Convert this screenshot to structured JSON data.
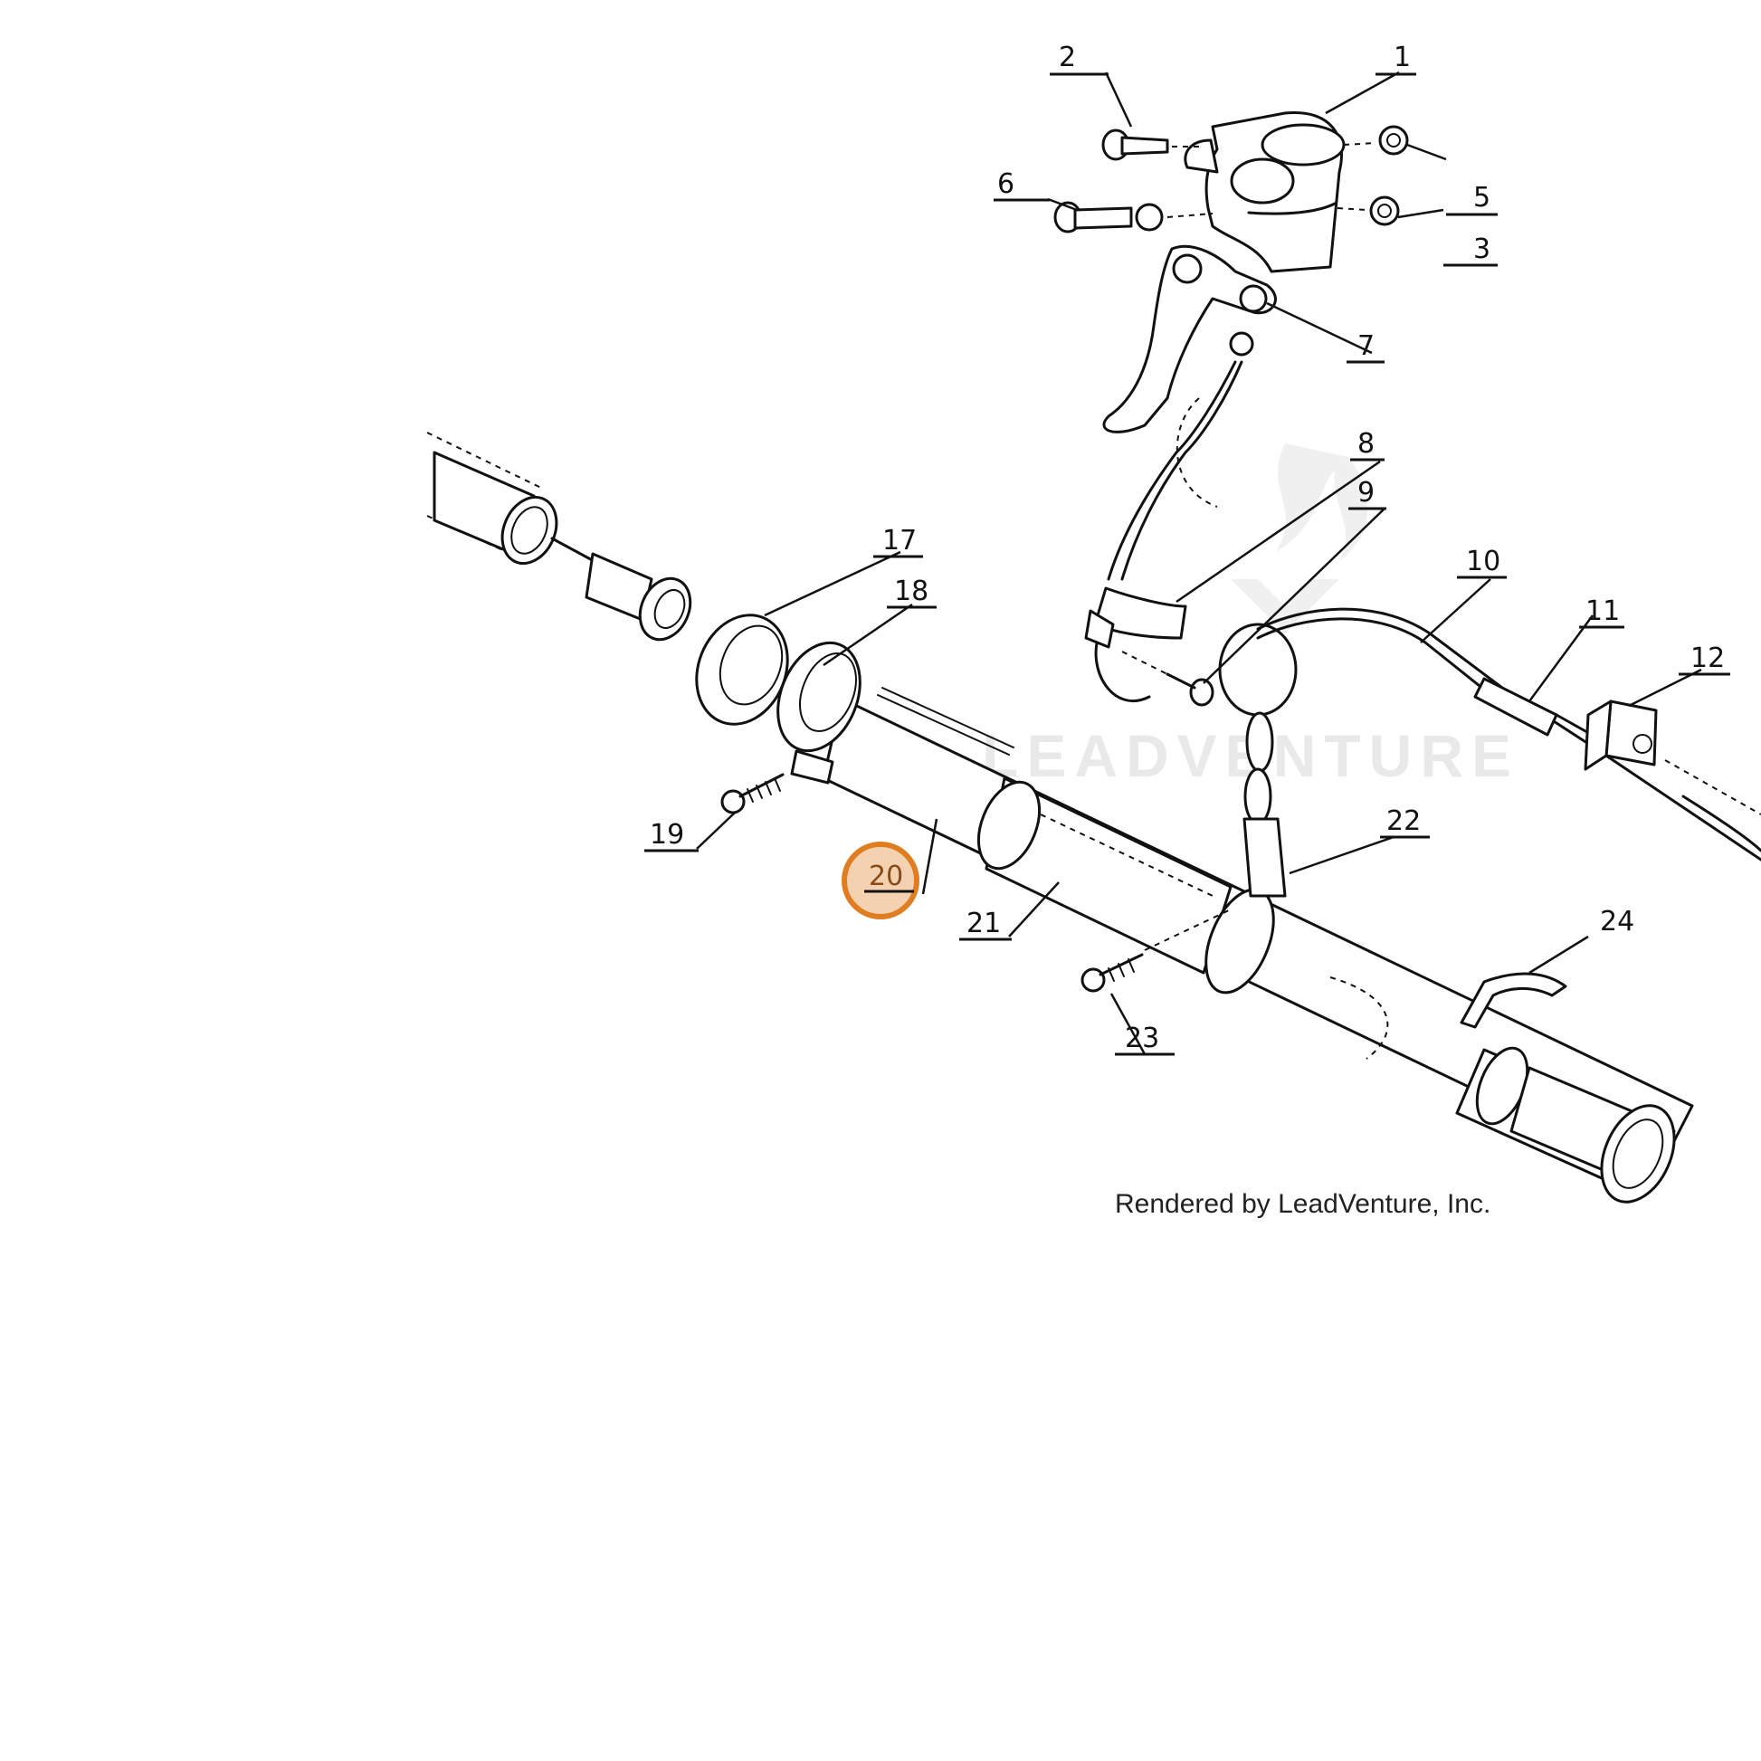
{
  "diagram": {
    "watermark_text": "LEADVENTURE",
    "credit": "Rendered by LeadVenture, Inc.",
    "highlight_color": "#e07d20",
    "highlighted_callout": "20",
    "callouts": [
      {
        "id": "c1",
        "label": "1"
      },
      {
        "id": "c2",
        "label": "2"
      },
      {
        "id": "c3",
        "label": "3"
      },
      {
        "id": "c5",
        "label": "5"
      },
      {
        "id": "c6",
        "label": "6"
      },
      {
        "id": "c7",
        "label": "7"
      },
      {
        "id": "c8",
        "label": "8"
      },
      {
        "id": "c9",
        "label": "9"
      },
      {
        "id": "c10",
        "label": "10"
      },
      {
        "id": "c11",
        "label": "11"
      },
      {
        "id": "c12",
        "label": "12"
      },
      {
        "id": "c17",
        "label": "17"
      },
      {
        "id": "c18",
        "label": "18"
      },
      {
        "id": "c19",
        "label": "19"
      },
      {
        "id": "c20",
        "label": "20"
      },
      {
        "id": "c21",
        "label": "21"
      },
      {
        "id": "c22",
        "label": "22"
      },
      {
        "id": "c23",
        "label": "23"
      },
      {
        "id": "c24",
        "label": "24"
      }
    ]
  }
}
